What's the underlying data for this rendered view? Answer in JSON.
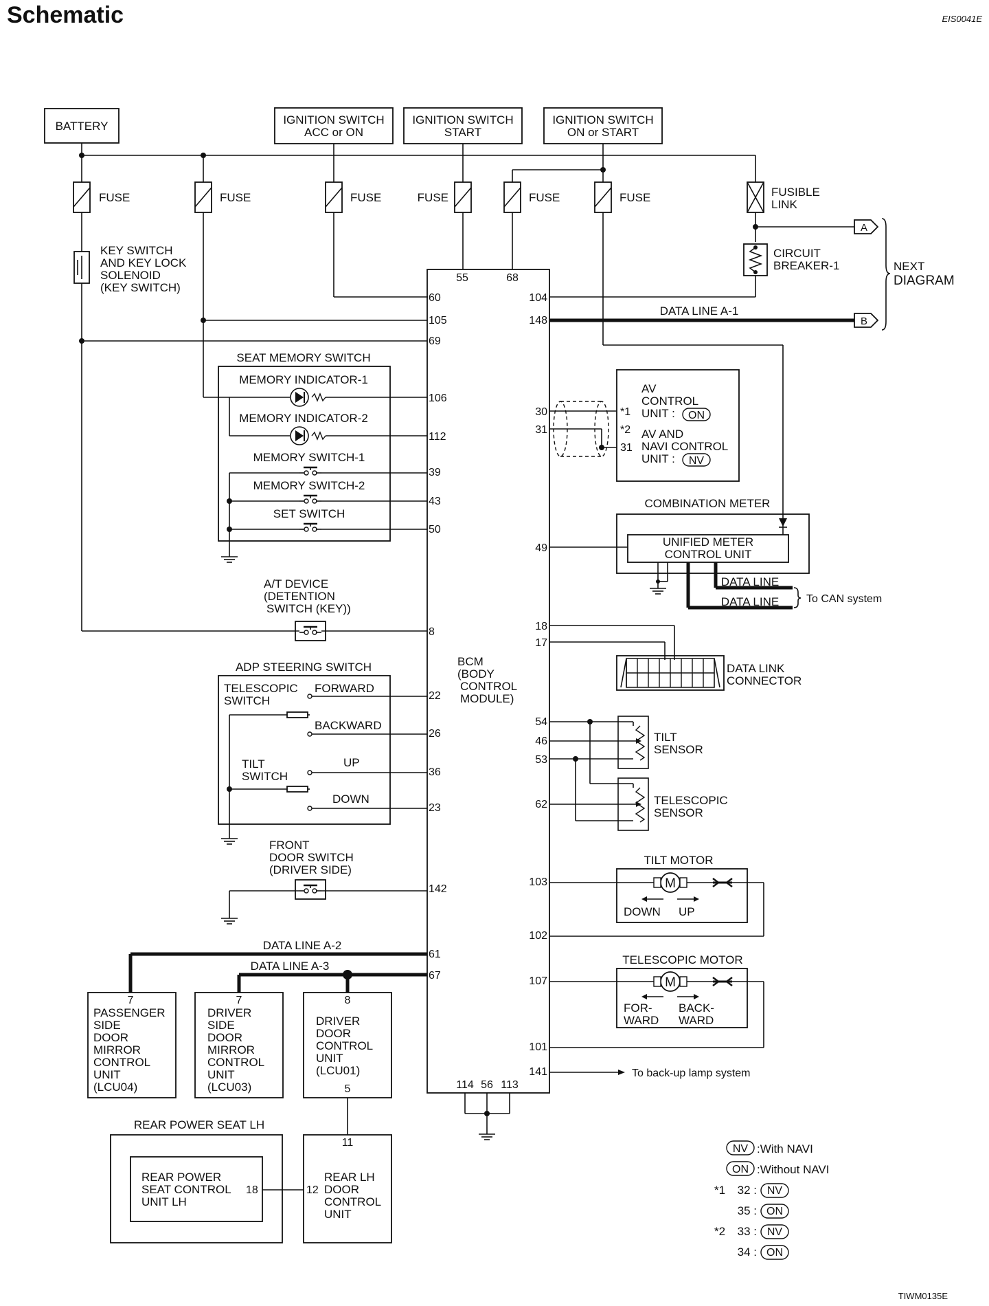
{
  "header": {
    "title": "Schematic",
    "code": "EIS0041E",
    "footer_code": "TIWM0135E"
  },
  "sources": {
    "battery": "BATTERY",
    "ign_acc": [
      "IGNITION SWITCH",
      "ACC or ON"
    ],
    "ign_start": [
      "IGNITION SWITCH",
      "START"
    ],
    "ign_on": [
      "IGNITION SWITCH",
      "ON or START"
    ]
  },
  "fuses": {
    "fuse": "FUSE",
    "fusible_link": [
      "FUSIBLE",
      "LINK"
    ],
    "circuit_breaker": [
      "CIRCUIT",
      "BREAKER-1"
    ]
  },
  "next_diagram": {
    "label": [
      "NEXT",
      "DIAGRAM"
    ],
    "a": "A",
    "b": "B"
  },
  "key_switch": [
    "KEY SWITCH",
    "AND KEY LOCK",
    "SOLENOID",
    "(KEY SWITCH)"
  ],
  "bcm": {
    "label": [
      "BCM",
      "(BODY",
      "CONTROL",
      "MODULE)"
    ]
  },
  "bcm_left_pins": [
    "60",
    "105",
    "69",
    "106",
    "112",
    "39",
    "43",
    "50",
    "8",
    "22",
    "26",
    "36",
    "23",
    "142",
    "61",
    "67"
  ],
  "bcm_right_pins": [
    "104",
    "148",
    "49",
    "18",
    "17",
    "54",
    "46",
    "53",
    "62",
    "103",
    "102",
    "107",
    "101",
    "141"
  ],
  "bcm_top_pins": [
    "55",
    "68"
  ],
  "bcm_bottom_pins": [
    "114",
    "56",
    "113"
  ],
  "data_line_a1": "DATA LINE A-1",
  "seat_memory": {
    "title": "SEAT MEMORY SWITCH",
    "items": [
      "MEMORY INDICATOR-1",
      "MEMORY INDICATOR-2",
      "MEMORY SWITCH-1",
      "MEMORY SWITCH-2",
      "SET SWITCH"
    ]
  },
  "at_device": [
    "A/T DEVICE",
    "(DETENTION",
    "SWITCH (KEY))"
  ],
  "adp": {
    "title": "ADP STEERING SWITCH",
    "telescopic": [
      "TELESCOPIC",
      "SWITCH"
    ],
    "forward": "FORWARD",
    "backward": "BACKWARD",
    "tilt": [
      "TILT",
      "SWITCH"
    ],
    "up": "UP",
    "down": "DOWN"
  },
  "front_door": [
    "FRONT",
    "DOOR SWITCH",
    "(DRIVER SIDE)"
  ],
  "data_line_a2": "DATA LINE A-2",
  "data_line_a3": "DATA LINE A-3",
  "passenger_mirror": {
    "pin": "7",
    "lines": [
      "PASSENGER",
      "SIDE",
      "DOOR",
      "MIRROR",
      "CONTROL",
      "UNIT",
      "(LCU04)"
    ]
  },
  "driver_mirror": {
    "pin": "7",
    "lines": [
      "DRIVER",
      "SIDE",
      "DOOR",
      "MIRROR",
      "CONTROL",
      "UNIT",
      "(LCU03)"
    ]
  },
  "driver_door": {
    "pin_top": "8",
    "pin_bottom": "5",
    "lines": [
      "DRIVER",
      "DOOR",
      "CONTROL",
      "UNIT",
      "(LCU01)"
    ]
  },
  "rear_seat": {
    "title": "REAR POWER SEAT LH",
    "inner": [
      "REAR POWER",
      "SEAT CONTROL",
      "UNIT LH"
    ],
    "pin": "18"
  },
  "rear_door": {
    "pin_top": "11",
    "pin_left": "12",
    "lines": [
      "REAR LH",
      "DOOR",
      "CONTROL",
      "UNIT"
    ]
  },
  "av": {
    "pins_bcm": [
      "30",
      "31"
    ],
    "lines1": [
      "AV",
      "CONTROL",
      "UNIT :"
    ],
    "on": "ON",
    "star1": "*1",
    "star2": "*2",
    "pin31": "31",
    "lines2": [
      "AV AND",
      "NAVI CONTROL",
      "UNIT :"
    ],
    "nv": "NV"
  },
  "combination_meter": {
    "title": "COMBINATION METER",
    "unit": [
      "UNIFIED METER",
      "CONTROL UNIT"
    ],
    "data_line": "DATA LINE",
    "can": "To CAN system"
  },
  "data_link": [
    "DATA LINK",
    "CONNECTOR"
  ],
  "tilt_sensor": [
    "TILT",
    "SENSOR"
  ],
  "telescopic_sensor": [
    "TELESCOPIC",
    "SENSOR"
  ],
  "tilt_motor": {
    "title": "TILT MOTOR",
    "down": "DOWN",
    "up": "UP"
  },
  "telescopic_motor": {
    "title": "TELESCOPIC MOTOR",
    "forward": [
      "FOR-",
      "WARD"
    ],
    "backward": [
      "BACK-",
      "WARD"
    ]
  },
  "backup": "To back-up lamp system",
  "legend": {
    "nv_label": "NV",
    "nv_text": ":With NAVI",
    "on_label": "ON",
    "on_text": ":Without NAVI",
    "rows": [
      {
        "star": "*1",
        "pin": "32 :",
        "tag": "NV"
      },
      {
        "star": "",
        "pin": "35 :",
        "tag": "ON"
      },
      {
        "star": "*2",
        "pin": "33 :",
        "tag": "NV"
      },
      {
        "star": "",
        "pin": "34 :",
        "tag": "ON"
      }
    ]
  }
}
